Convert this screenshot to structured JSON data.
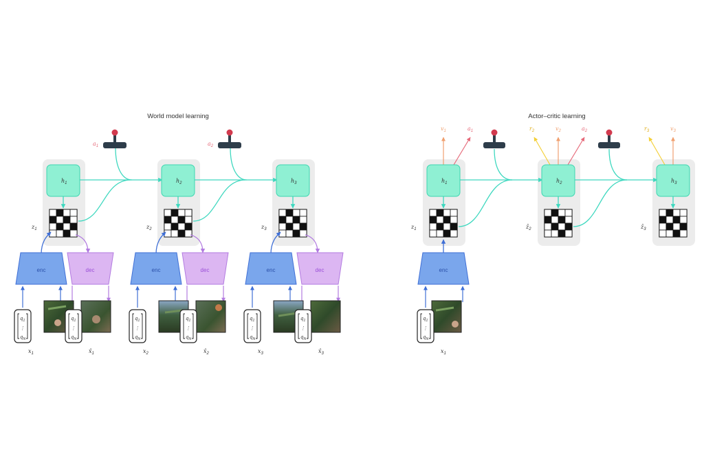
{
  "colors": {
    "panel": "#ececec",
    "h_fill": "#8ff0d3",
    "h_stroke": "#3dd6b0",
    "teal_line": "#3ed8bf",
    "enc_fill": "#7aa6ec",
    "enc_stroke": "#3f6fd6",
    "dec_fill": "#dcb6f2",
    "dec_stroke": "#b27be0",
    "dec_text": "#9a4fd8",
    "joystick": "#2e3d4a",
    "joystick_ball": "#d23a4e",
    "orange": "#f0a070",
    "red_arrow": "#e66a7a",
    "yellow": "#f4d03a"
  },
  "world_model": {
    "title": "World model learning",
    "steps": [
      {
        "h_sub": "1",
        "z_sub": "1",
        "x_sub": "1",
        "xhat_sub": "1",
        "action_sub": "1",
        "enc_label": "enc",
        "dec_label": "dec",
        "q_top": "q",
        "q_top_sub": "1",
        "q_dots": "⋮",
        "q_bot": "q",
        "q_bot_sub": "N"
      },
      {
        "h_sub": "2",
        "z_sub": "2",
        "x_sub": "2",
        "xhat_sub": "2",
        "action_sub": "2",
        "enc_label": "enc",
        "dec_label": "dec",
        "q_top": "q",
        "q_top_sub": "1",
        "q_dots": "⋮",
        "q_bot": "q",
        "q_bot_sub": "N"
      },
      {
        "h_sub": "3",
        "z_sub": "3",
        "x_sub": "3",
        "xhat_sub": "3",
        "enc_label": "enc",
        "dec_label": "dec",
        "q_top": "q",
        "q_top_sub": "1",
        "q_dots": "⋮",
        "q_bot": "q",
        "q_bot_sub": "N"
      }
    ],
    "h_symbol": "h",
    "z_symbol": "z",
    "x_symbol": "x",
    "xhat_symbol": "x̂",
    "action_symbol": "a"
  },
  "actor_critic": {
    "title": "Actor–critic learning",
    "steps": [
      {
        "h_sub": "1",
        "z_sym": "z",
        "z_sub": "1",
        "outputs": [
          {
            "sym": "v",
            "sub": "1"
          },
          {
            "sym": "a",
            "sub": "1"
          }
        ],
        "has_encoder": true,
        "enc_label": "enc",
        "x_sub": "1",
        "q_top": "q",
        "q_top_sub": "1",
        "q_dots": "⋮",
        "q_bot": "q",
        "q_bot_sub": "N"
      },
      {
        "h_sub": "2",
        "z_sym": "ẑ",
        "z_sub": "2",
        "outputs": [
          {
            "sym": "r",
            "sub": "2"
          },
          {
            "sym": "v",
            "sub": "2"
          },
          {
            "sym": "a",
            "sub": "2"
          }
        ]
      },
      {
        "h_sub": "3",
        "z_sym": "ẑ",
        "z_sub": "3",
        "outputs": [
          {
            "sym": "r",
            "sub": "3"
          },
          {
            "sym": "v",
            "sub": "3"
          }
        ]
      }
    ],
    "h_symbol": "h",
    "x_symbol": "x"
  },
  "grid_pattern": [
    [
      0,
      1,
      0,
      0
    ],
    [
      1,
      0,
      1,
      0
    ],
    [
      0,
      1,
      0,
      1
    ],
    [
      0,
      0,
      1,
      0
    ]
  ]
}
